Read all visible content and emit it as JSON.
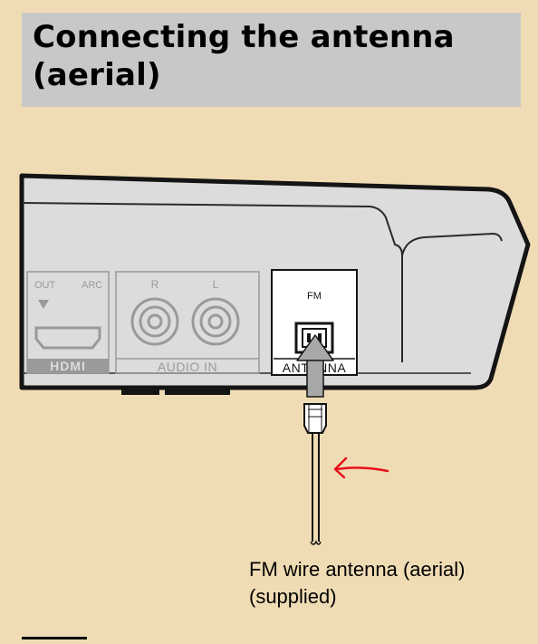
{
  "section": {
    "title_line1": "Connecting the antenna",
    "title_line2": "(aerial)"
  },
  "panel": {
    "hdmi_out": "OUT",
    "hdmi_arc": "ARC",
    "hdmi_logo": "HDMI",
    "audio_r": "R",
    "audio_l": "L",
    "audio_in": "AUDIO IN",
    "fm": "FM",
    "antenna": "ANTENNA"
  },
  "caption": {
    "line1": "FM wire antenna (aerial)",
    "line2": "(supplied)"
  },
  "colors": {
    "background": "#f0dcb4",
    "title_bar": "#c8c8c8",
    "device_body": "#dcdcdc",
    "annotation_arrow": "#e8101a"
  }
}
